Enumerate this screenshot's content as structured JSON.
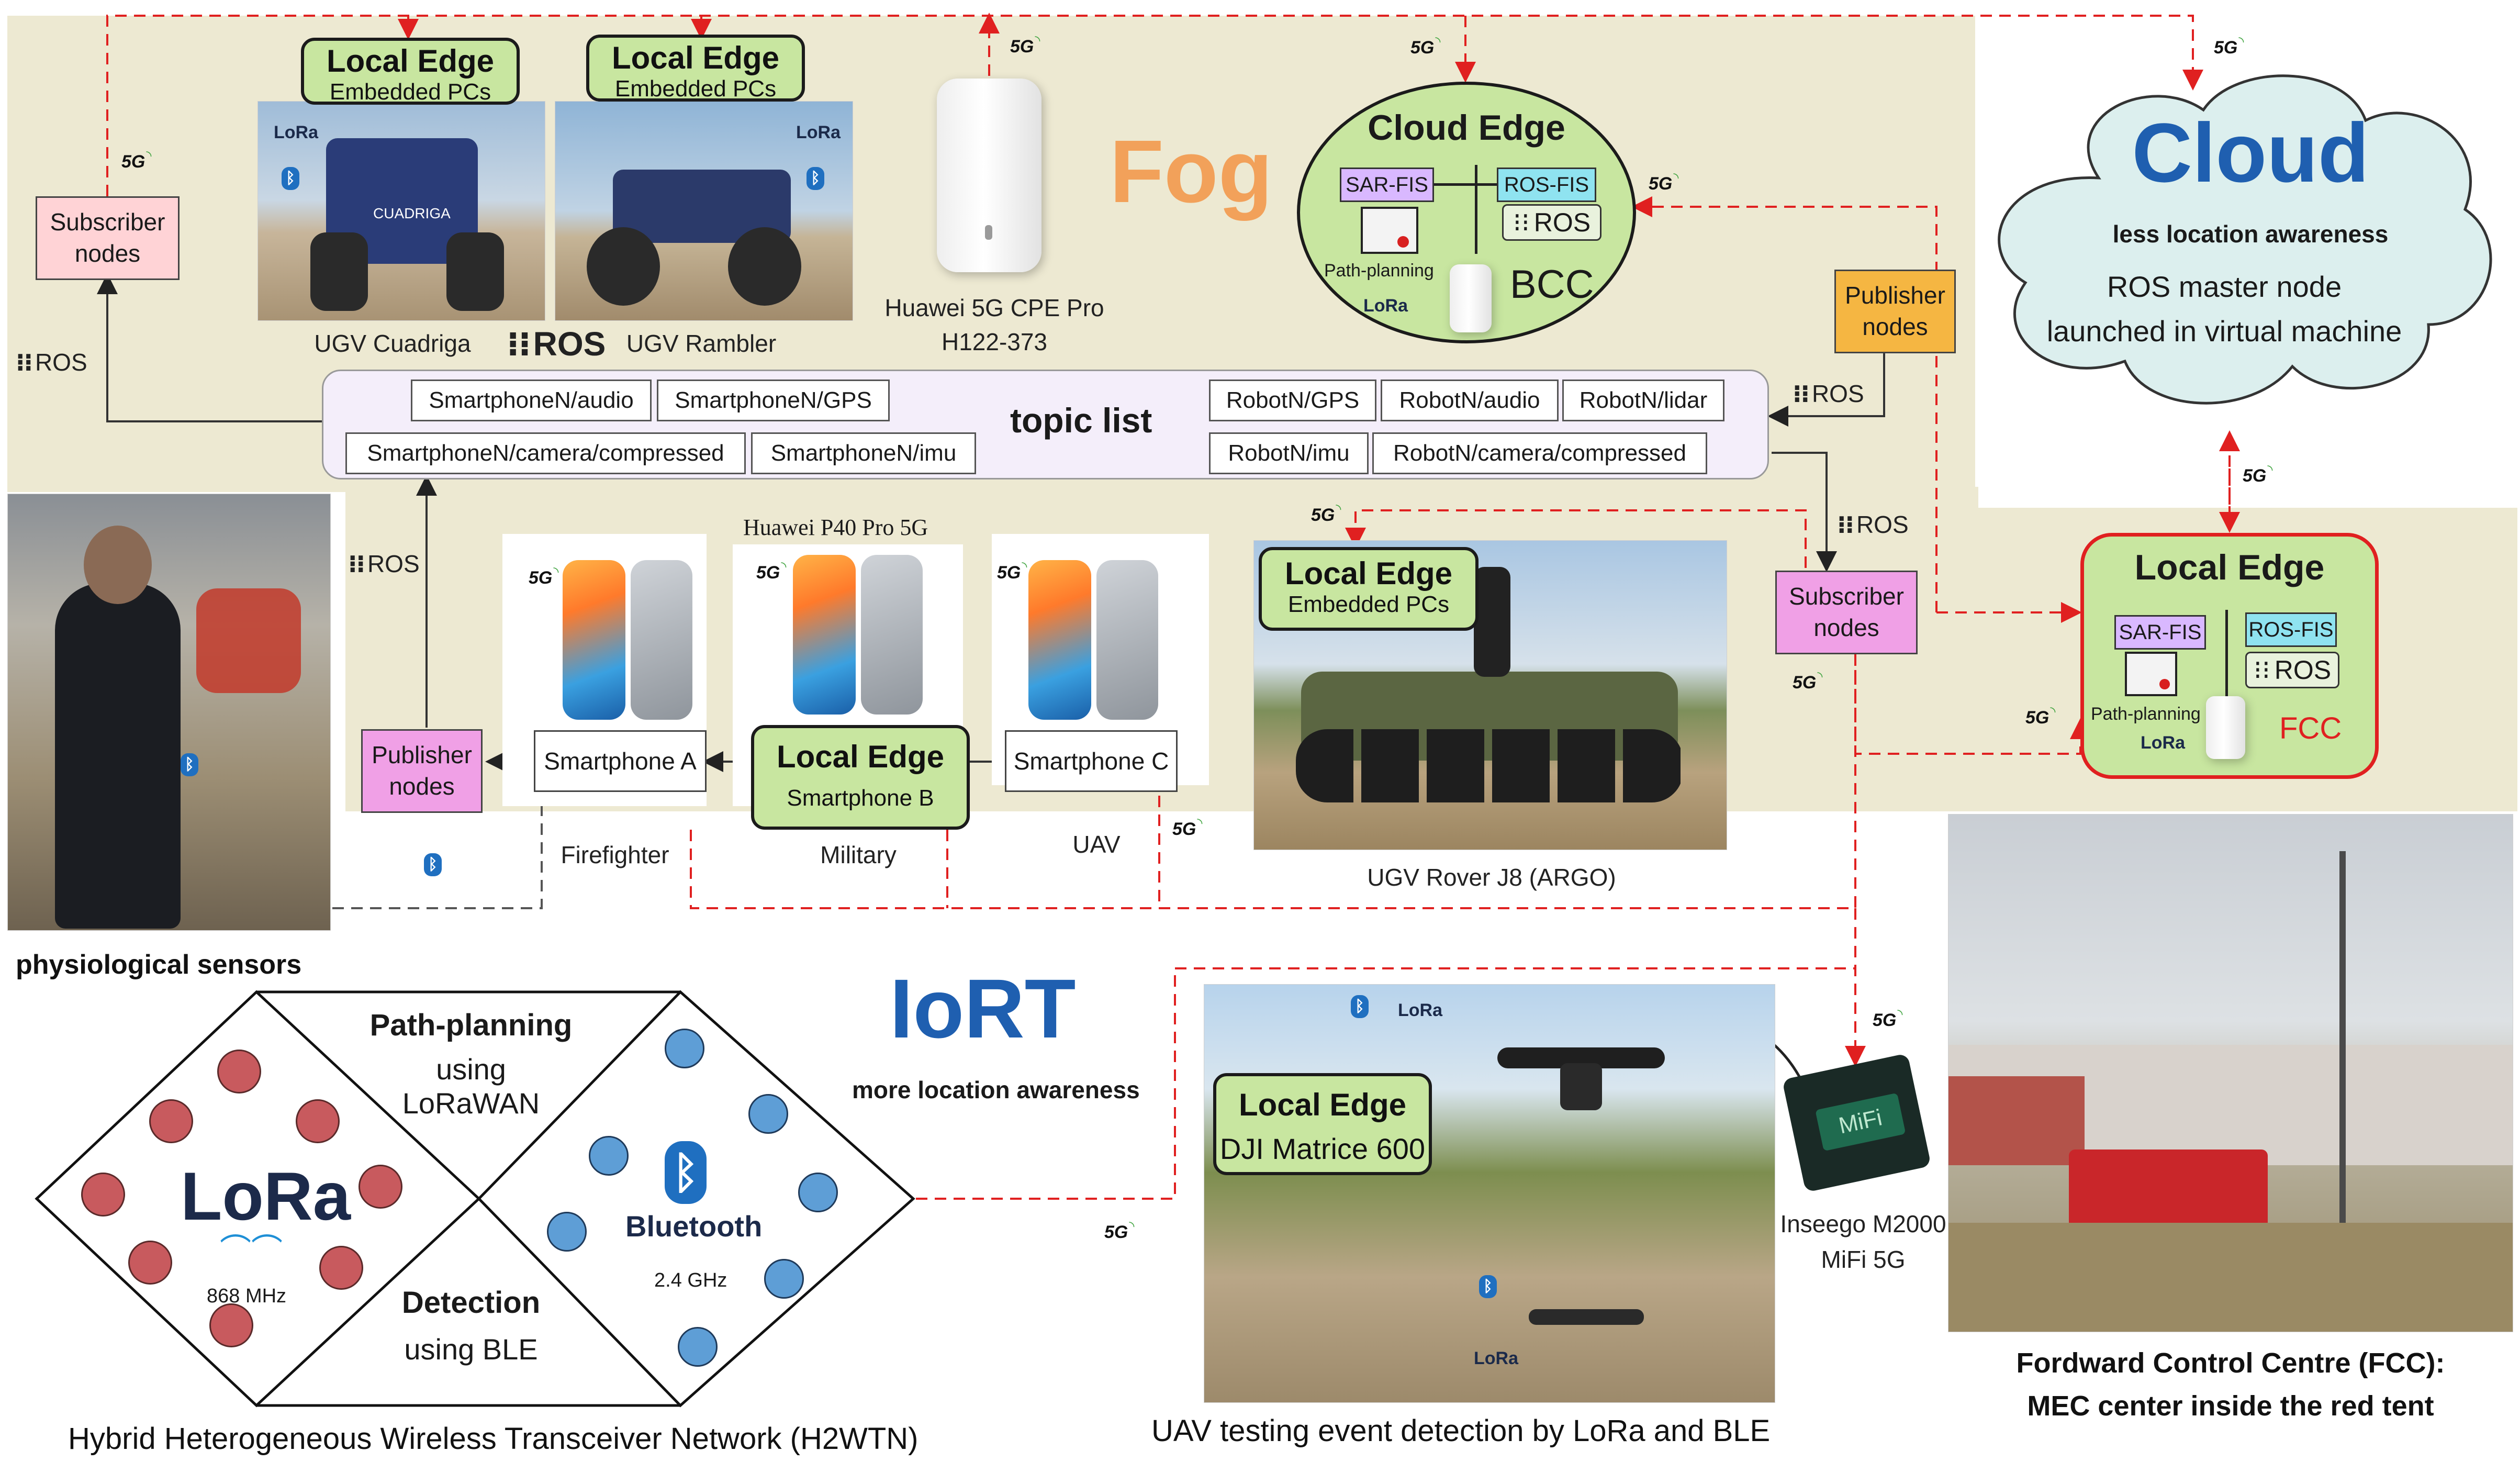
{
  "fog": {
    "label": "Fog"
  },
  "cloud": {
    "title": "Cloud",
    "subtitle": "less location awareness",
    "line1": "ROS master node",
    "line2": "launched in virtual machine"
  },
  "iort": {
    "title": "IoRT",
    "subtitle": "more location awareness"
  },
  "colors": {
    "fog_bg": "#ede9d2",
    "edge_green": "#c8e6a0",
    "link_red": "#e02020",
    "cloud_fill": "#dcefee",
    "iort_blue": "#1f5fb0",
    "fog_orange": "#f2a15a"
  },
  "ros_label": "ROS",
  "fivegee": "5G",
  "edges": {
    "cuadriga": {
      "title": "Local Edge",
      "sub": "Embedded PCs",
      "caption": "UGV Cuadriga",
      "plate": "CUADRIGA"
    },
    "rambler": {
      "title": "Local Edge",
      "sub": "Embedded PCs",
      "caption": "UGV Rambler"
    },
    "argo": {
      "title": "Local Edge",
      "sub": "Embedded PCs",
      "caption": "UGV Rover J8 (ARGO)"
    },
    "uav": {
      "title": "Local Edge",
      "sub": "DJI Matrice 600",
      "caption": "UAV testing event detection by LoRa and BLE"
    },
    "smartphone_b": {
      "title": "Local Edge",
      "sub": "Smartphone B"
    }
  },
  "router": {
    "line1": "Huawei 5G CPE Pro",
    "line2": "H122-373"
  },
  "cloud_edge": {
    "title": "Cloud Edge",
    "sarfis": "SAR-FIS",
    "rosfis": "ROS-FIS",
    "ros": "ROS",
    "path": "Path-planning",
    "lora": "LoRa",
    "name": "BCC"
  },
  "local_edge_fcc": {
    "title": "Local Edge",
    "sarfis": "SAR-FIS",
    "rosfis": "ROS-FIS",
    "ros": "ROS",
    "path": "Path-planning",
    "lora": "LoRa",
    "name": "FCC"
  },
  "nodes": {
    "subscriber_top": "Subscriber nodes",
    "publisher_right": "Publisher nodes",
    "subscriber_mid": "Subscriber nodes",
    "publisher_left": "Publisher nodes"
  },
  "topic_list": {
    "title": "topic list",
    "left_row1": [
      "SmartphoneN/audio",
      "SmartphoneN/GPS"
    ],
    "left_row2": [
      "SmartphoneN/camera/compressed",
      "SmartphoneN/imu"
    ],
    "right_row1": [
      "RobotN/GPS",
      "RobotN/audio",
      "RobotN/lidar"
    ],
    "right_row2": [
      "RobotN/imu",
      "RobotN/camera/compressed"
    ]
  },
  "phones": {
    "model": "Huawei P40 Pro 5G",
    "a": {
      "label": "Smartphone A",
      "role": "Firefighter"
    },
    "b": {
      "role": "Military"
    },
    "c": {
      "label": "Smartphone C",
      "role": "UAV"
    }
  },
  "sensors": {
    "caption": "physiological sensors"
  },
  "mifi": {
    "screen": "MiFi",
    "line1": "Inseego M2000",
    "line2": "MiFi 5G"
  },
  "h2wtn": {
    "caption": "Hybrid Heterogeneous Wireless Transceiver Network (H2WTN)",
    "path_title": "Path-planning",
    "path_sub": "using LoRaWAN",
    "detect_title": "Detection",
    "detect_sub": "using BLE",
    "lora_logo": "LoRa",
    "lora_freq": "868 MHz",
    "bt_logo": "Bluetooth",
    "bt_freq": "2.4 GHz"
  },
  "fcc": {
    "line1": "Fordward Control Centre (FCC):",
    "line2": "MEC center inside the red tent"
  },
  "icons": [
    "bluetooth-icon",
    "lora-icon",
    "five-g-icon",
    "ros-grid-icon",
    "path-planning-icon"
  ]
}
